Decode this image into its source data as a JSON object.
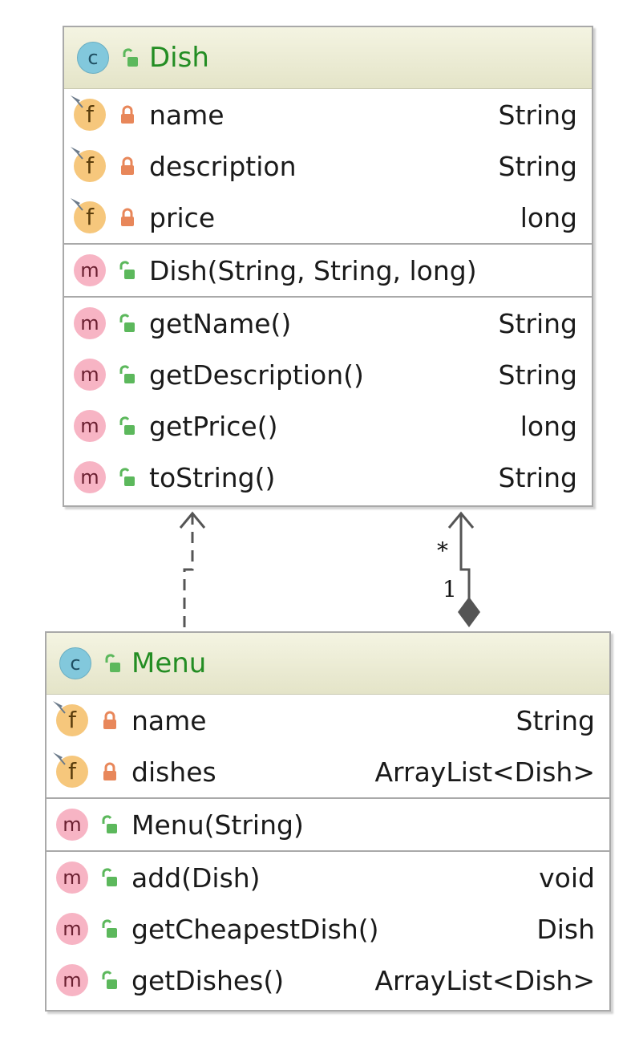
{
  "classes": {
    "dish": {
      "name": "Dish",
      "fields": [
        {
          "name": "name",
          "type": "String"
        },
        {
          "name": "description",
          "type": "String"
        },
        {
          "name": "price",
          "type": "long"
        }
      ],
      "constructors": [
        {
          "name": "Dish(String, String, long)",
          "type": ""
        }
      ],
      "methods": [
        {
          "name": "getName()",
          "type": "String"
        },
        {
          "name": "getDescription()",
          "type": "String"
        },
        {
          "name": "getPrice()",
          "type": "long"
        },
        {
          "name": "toString()",
          "type": "String"
        }
      ]
    },
    "menu": {
      "name": "Menu",
      "fields": [
        {
          "name": "name",
          "type": "String"
        },
        {
          "name": "dishes",
          "type": "ArrayList<Dish>"
        }
      ],
      "constructors": [
        {
          "name": "Menu(String)",
          "type": ""
        }
      ],
      "methods": [
        {
          "name": "add(Dish)",
          "type": "void"
        },
        {
          "name": "getCheapestDish()",
          "type": "Dish"
        },
        {
          "name": "getDishes()",
          "type": "ArrayList<Dish>"
        }
      ]
    }
  },
  "badges": {
    "class": "c",
    "field": "f",
    "method": "m"
  },
  "relations": {
    "composition": {
      "source_multiplicity": "1",
      "target_multiplicity": "*"
    }
  },
  "colors": {
    "class_title": "#238d23",
    "header_bg": "#e9e9d0",
    "public_icon": "#5cb85c",
    "private_icon": "#e8875a",
    "class_badge": "#82c8dc",
    "field_badge": "#f6c77c",
    "method_badge": "#f7b4c4",
    "border": "#a9a9a9",
    "connector": "#555555"
  },
  "icons": {
    "class": "class-c-icon",
    "field": "field-f-icon",
    "method": "method-m-icon",
    "public": "unlocked-padlock-icon",
    "private": "locked-padlock-icon",
    "static_pin": "pin-icon"
  }
}
